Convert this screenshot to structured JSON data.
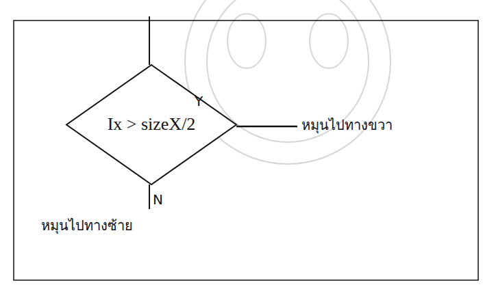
{
  "diagram": {
    "nodes": [
      {
        "text": [
          "Ix > sizeX/2"
        ]
      }
    ],
    "labels": [
      "Y",
      "หมุนไปทางขวา",
      "N",
      "หมุนไปทางซ้าย"
    ]
  }
}
